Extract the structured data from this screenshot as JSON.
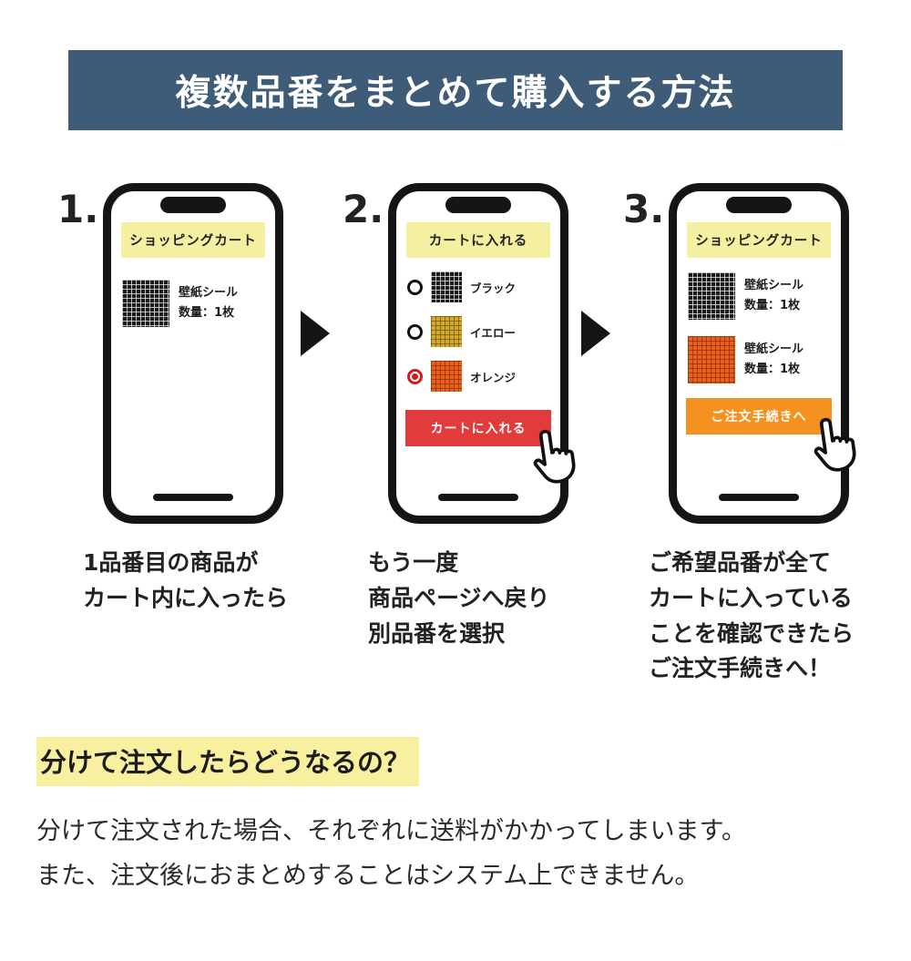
{
  "header": {
    "title": "複数品番をまとめて購入する方法"
  },
  "colors": {
    "header_bg": "#3e5c78",
    "banner_yellow": "#f5f0a1",
    "highlight_yellow": "#f8f09e",
    "cart_button_red": "#e23b3b",
    "checkout_button_orange": "#f3921e",
    "selected_radio_red": "#cf1d1d",
    "swatch_black": "#1b1b1b",
    "swatch_yellow": "#d2a92a",
    "swatch_orange": "#e8611c"
  },
  "icons": {
    "arrow": "right-triangle-arrow",
    "hand": "pointing-hand-cursor"
  },
  "steps": [
    {
      "number": "1.",
      "banner": "ショッピングカート",
      "items": [
        {
          "swatch": "black",
          "lines": [
            "壁紙シール",
            "数量：1枚"
          ]
        }
      ],
      "caption": [
        "1品番目の商品が",
        "カート内に入ったら"
      ]
    },
    {
      "number": "2.",
      "banner": "カートに入れる",
      "options": [
        {
          "swatch": "black",
          "label": "ブラック",
          "selected": false
        },
        {
          "swatch": "yellow",
          "label": "イエロー",
          "selected": false
        },
        {
          "swatch": "orange",
          "label": "オレンジ",
          "selected": true
        }
      ],
      "button": {
        "label": "カートに入れる"
      },
      "caption": [
        "もう一度",
        "商品ページへ戻り",
        "別品番を選択"
      ]
    },
    {
      "number": "3.",
      "banner": "ショッピングカート",
      "items": [
        {
          "swatch": "black",
          "lines": [
            "壁紙シール",
            "数量：1枚"
          ]
        },
        {
          "swatch": "orange",
          "lines": [
            "壁紙シール",
            "数量：1枚"
          ]
        }
      ],
      "button": {
        "label": "ご注文手続きへ"
      },
      "caption": [
        "ご希望品番が全て",
        "カートに入っている",
        "ことを確認できたら",
        "ご注文手続きへ！"
      ]
    }
  ],
  "faq": {
    "heading": "分けて注文したらどうなるの？",
    "body": [
      "分けて注文された場合、それぞれに送料がかかってしまいます。",
      "また、注文後におまとめすることはシステム上できません。"
    ]
  }
}
